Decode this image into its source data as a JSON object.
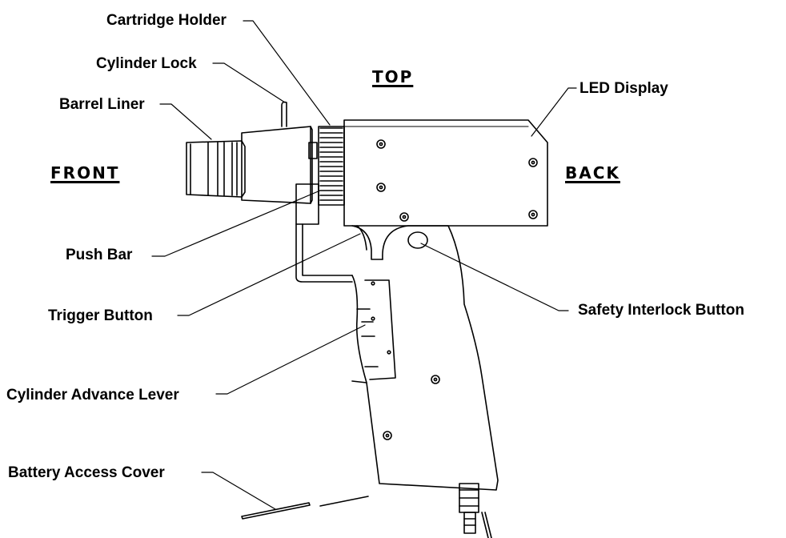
{
  "orientation": {
    "top": "TOP",
    "front": "FRONT",
    "back": "BACK"
  },
  "callouts": {
    "cartridge_holder": "Cartridge Holder",
    "cylinder_lock": "Cylinder Lock",
    "barrel_liner": "Barrel Liner",
    "led_display": "LED Display",
    "push_bar": "Push Bar",
    "trigger_button": "Trigger Button",
    "safety_interlock_button": "Safety Interlock Button",
    "cylinder_advance_lever": "Cylinder Advance Lever",
    "battery_access_cover": "Battery Access Cover"
  },
  "colors": {
    "line": "#000000",
    "background": "#ffffff"
  }
}
